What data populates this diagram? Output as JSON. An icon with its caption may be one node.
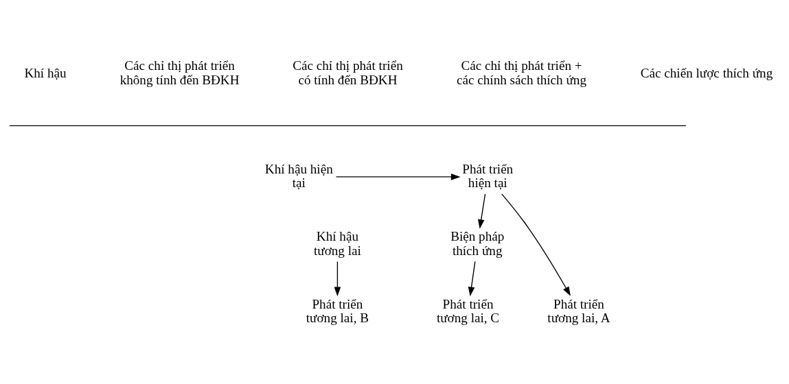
{
  "diagram": {
    "nodes": [
      {
        "text": [
          "Khí hậu hiện tại"
        ]
      },
      {
        "text": [
          "Phát triển hiện tại"
        ]
      },
      {
        "text": [
          "Khí hậu tương lai"
        ]
      },
      {
        "text": [
          "Biện pháp thích ứng"
        ]
      },
      {
        "text": [
          "Phát triển tương lai, A"
        ]
      },
      {
        "text": [
          "Phát triển tương lai, B"
        ]
      },
      {
        "text": [
          "Phát triển tương lai, C"
        ]
      }
    ],
    "edges": [
      {
        "from": 0,
        "to": 1,
        "arrow": "to"
      },
      {
        "from": 1,
        "to": 3,
        "arrow": "to"
      },
      {
        "from": 1,
        "to": 4,
        "arrow": "to"
      },
      {
        "from": 2,
        "to": 5,
        "arrow": "to"
      },
      {
        "from": 3,
        "to": 6,
        "arrow": "to"
      }
    ],
    "labels": [
      "Khí hậu",
      "Các chỉ thị phát triển không tính đến BĐKH",
      "Các chỉ thị phát triển có tính đến BĐKH",
      "Các chỉ thị phát triển + các chính sách thích ứng",
      "Các chiến lược thích ứng"
    ]
  }
}
